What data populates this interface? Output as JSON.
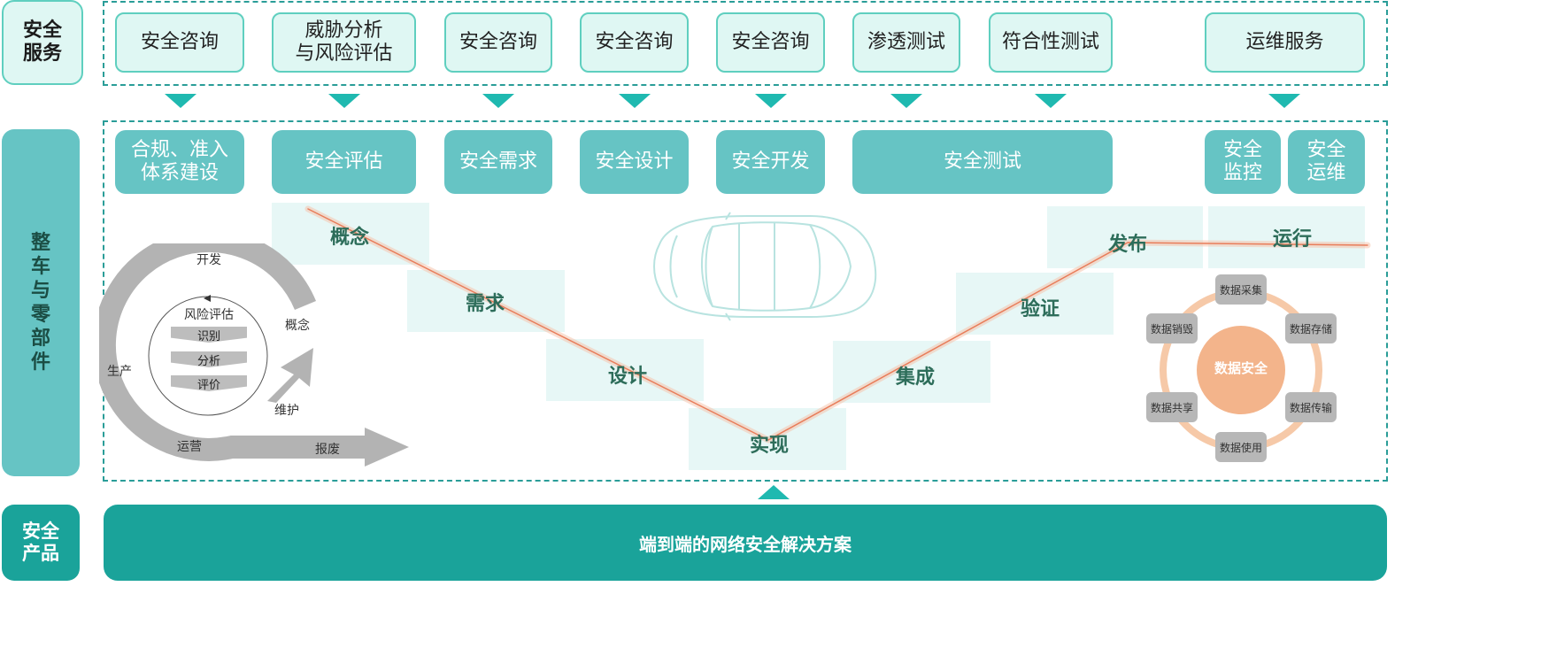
{
  "left_labels": {
    "services": "安全\n服务",
    "vehicle": "整\n车\n与\n零\n部\n件",
    "products": "安全\n产品"
  },
  "services": [
    "安全咨询",
    "威胁分析\n与风险评估",
    "安全咨询",
    "安全咨询",
    "安全咨询",
    "渗透测试",
    "符合性测试",
    "运维服务"
  ],
  "phases": [
    "合规、准入\n体系建设",
    "安全评估",
    "安全需求",
    "安全设计",
    "安全开发",
    "安全测试",
    "安全\n监控",
    "安全\n运维"
  ],
  "v_model": [
    "概念",
    "需求",
    "设计",
    "实现",
    "集成",
    "验证",
    "发布",
    "运行"
  ],
  "lifecycle": {
    "outer": [
      "开发",
      "概念",
      "维护",
      "报废",
      "运营",
      "生产"
    ],
    "center_title": "风险评估",
    "steps": [
      "识别",
      "分析",
      "评价"
    ]
  },
  "data_security": {
    "center": "数据安全",
    "items": [
      "数据采集",
      "数据存储",
      "数据传输",
      "数据使用",
      "数据共享",
      "数据销毁"
    ]
  },
  "bottom_bar": "端到端的网络安全解决方案",
  "colors": {
    "teal_dark": "#1aa39a",
    "teal_mid": "#66c4c4",
    "teal_light": "#dff7f3",
    "orange": "#f3b48b",
    "line": "#f2a07a"
  }
}
